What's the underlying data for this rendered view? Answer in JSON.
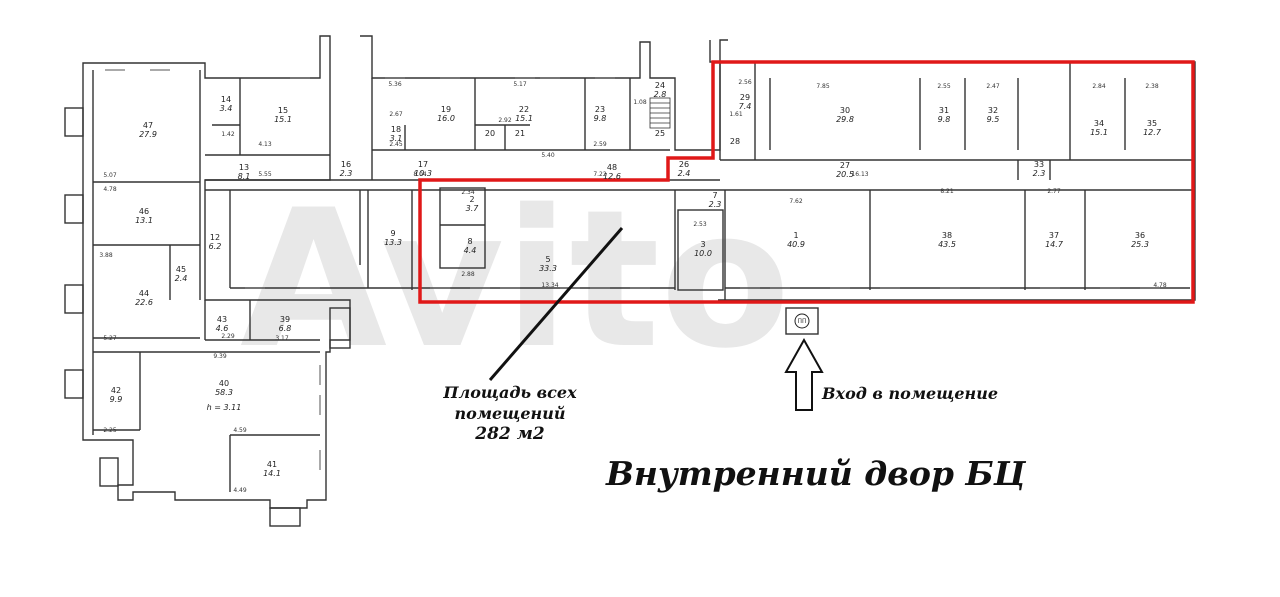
{
  "captions": {
    "total_area_line1": "Площадь всех",
    "total_area_line2": "помещений",
    "total_area_value": "282 м2",
    "entrance": "Вход в помещение",
    "courtyard": "Внутренний двор БЦ",
    "entrance_marker": "ПП"
  },
  "rooms": [
    {
      "id": "47",
      "num": "47",
      "area": "27.9"
    },
    {
      "id": "46",
      "num": "46",
      "area": "13.1"
    },
    {
      "id": "45",
      "num": "45",
      "area": "2.4"
    },
    {
      "id": "44",
      "num": "44",
      "area": "22.6"
    },
    {
      "id": "43",
      "num": "43",
      "area": "4.6"
    },
    {
      "id": "42",
      "num": "42",
      "area": "9.9"
    },
    {
      "id": "40",
      "num": "40",
      "area": "58.3",
      "extra": "h = 3.11"
    },
    {
      "id": "41",
      "num": "41",
      "area": "14.1"
    },
    {
      "id": "39",
      "num": "39",
      "area": "6.8"
    },
    {
      "id": "14",
      "num": "14",
      "area": "3.4"
    },
    {
      "id": "15",
      "num": "15",
      "area": "15.1"
    },
    {
      "id": "13",
      "num": "13",
      "area": "8.1"
    },
    {
      "id": "12",
      "num": "12",
      "area": "6.2"
    },
    {
      "id": "16",
      "num": "16",
      "area": "2.3"
    },
    {
      "id": "17",
      "num": "17",
      "area": "10.3"
    },
    {
      "id": "18",
      "num": "18",
      "area": "3.1"
    },
    {
      "id": "19",
      "num": "19",
      "area": "16.0"
    },
    {
      "id": "20",
      "num": "20",
      "area": ""
    },
    {
      "id": "21",
      "num": "21",
      "area": ""
    },
    {
      "id": "22",
      "num": "22",
      "area": "15.1"
    },
    {
      "id": "23",
      "num": "23",
      "area": "9.8"
    },
    {
      "id": "24",
      "num": "24",
      "area": "2.8"
    },
    {
      "id": "25",
      "num": "25",
      "area": ""
    },
    {
      "id": "48",
      "num": "48",
      "area": "12.6"
    },
    {
      "id": "9",
      "num": "9",
      "area": "13.3"
    },
    {
      "id": "2",
      "num": "2",
      "area": "3.7"
    },
    {
      "id": "8",
      "num": "8",
      "area": "4.4"
    },
    {
      "id": "5",
      "num": "5",
      "area": "33.3"
    },
    {
      "id": "6",
      "num": "26",
      "area": "2.4"
    },
    {
      "id": "3",
      "num": "3",
      "area": "10.0"
    },
    {
      "id": "7",
      "num": "7",
      "area": "2.3"
    },
    {
      "id": "29",
      "num": "29",
      "area": "7.4"
    },
    {
      "id": "28",
      "num": "28",
      "area": ""
    },
    {
      "id": "30",
      "num": "30",
      "area": "29.8"
    },
    {
      "id": "31",
      "num": "31",
      "area": "9.8"
    },
    {
      "id": "32",
      "num": "32",
      "area": "9.5"
    },
    {
      "id": "34",
      "num": "34",
      "area": "15.1"
    },
    {
      "id": "35",
      "num": "35",
      "area": "12.7"
    },
    {
      "id": "27",
      "num": "27",
      "area": "20.5"
    },
    {
      "id": "33",
      "num": "33",
      "area": "2.3"
    },
    {
      "id": "1",
      "num": "1",
      "area": "40.9"
    },
    {
      "id": "38",
      "num": "38",
      "area": "43.5"
    },
    {
      "id": "37",
      "num": "37",
      "area": "14.7"
    },
    {
      "id": "36",
      "num": "36",
      "area": "25.3"
    }
  ],
  "dimensions": [
    "5.07",
    "4.78",
    "3.88",
    "5.27",
    "9.39",
    "2.25",
    "4.59",
    "4.49",
    "2.29",
    "3.17",
    "5.36",
    "5.17",
    "2.67",
    "2.45",
    "2.92",
    "5.40",
    "2.59",
    "7.22",
    "8.04",
    "1.08",
    "7.85",
    "2.55",
    "2.47",
    "2.84",
    "2.38",
    "16.13",
    "8.21",
    "7.62",
    "13.34",
    "2.88",
    "2.53",
    "1.61",
    "2.56",
    "4.13",
    "5.55",
    "1.42",
    "2.34",
    "2.77",
    "4.78"
  ],
  "colors": {
    "highlight": "#e01818",
    "wall": "#333333"
  }
}
